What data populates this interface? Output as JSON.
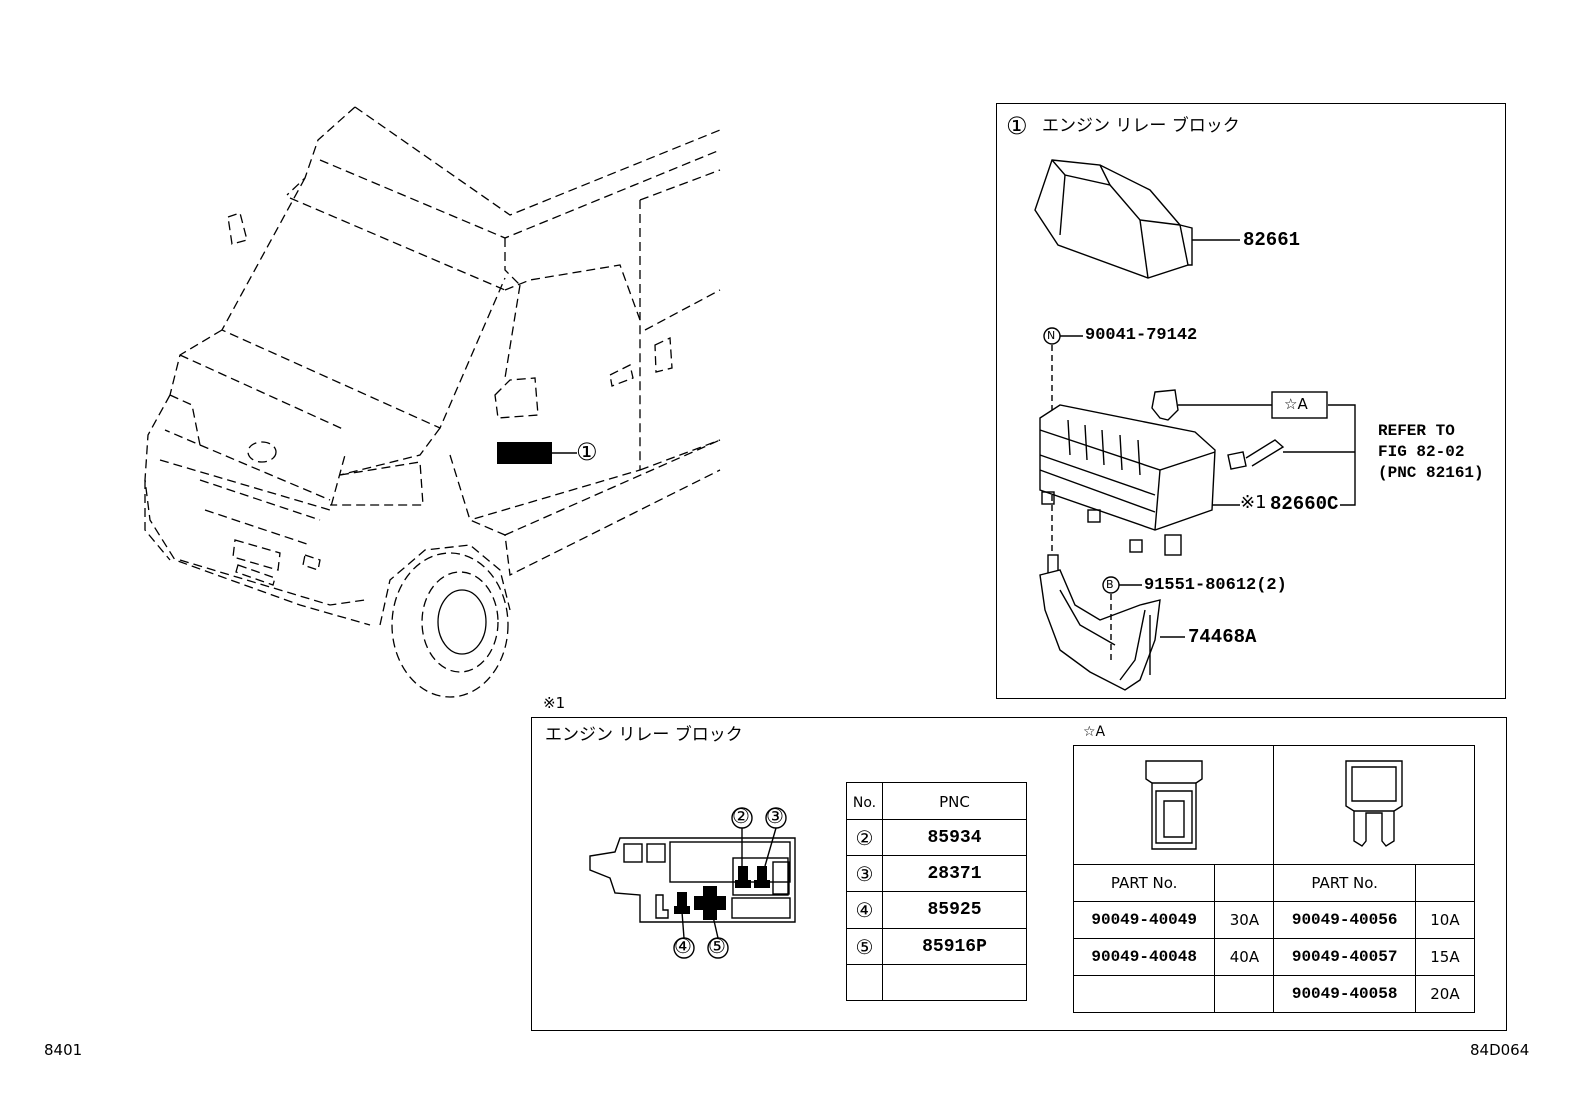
{
  "page_code_left": "8401",
  "page_code_right": "84D064",
  "callout_main": "①",
  "engine_box": {
    "title_number": "①",
    "title": "エンジン リレー ブロック",
    "parts": {
      "cover": "82661",
      "screw_marker": "N",
      "screw": "90041-79142",
      "fuse_ref": "☆A",
      "refer_line1": "REFER TO",
      "refer_line2": "FIG 82-02",
      "refer_line3": "(PNC 82161)",
      "block_prefix": "※1",
      "block": "82660C",
      "bolt_marker": "B",
      "bolt": "91551-80612(2)",
      "bracket": "74468A"
    }
  },
  "note1": {
    "marker": "※1",
    "title": "エンジン リレー ブロック",
    "callouts": [
      "②",
      "③",
      "④",
      "⑤"
    ],
    "table": {
      "col_no": "No.",
      "col_pnc": "PNC",
      "rows": [
        {
          "no": "②",
          "pnc": "85934"
        },
        {
          "no": "③",
          "pnc": "28371"
        },
        {
          "no": "④",
          "pnc": "85925"
        },
        {
          "no": "⑤",
          "pnc": "85916P"
        }
      ]
    }
  },
  "star_a": {
    "marker": "☆A",
    "col_header": "PART No.",
    "left_rows": [
      {
        "part": "90049-40049",
        "amp": "30A"
      },
      {
        "part": "90049-40048",
        "amp": "40A"
      }
    ],
    "right_rows": [
      {
        "part": "90049-40056",
        "amp": "10A"
      },
      {
        "part": "90049-40057",
        "amp": "15A"
      },
      {
        "part": "90049-40058",
        "amp": "20A"
      }
    ]
  }
}
